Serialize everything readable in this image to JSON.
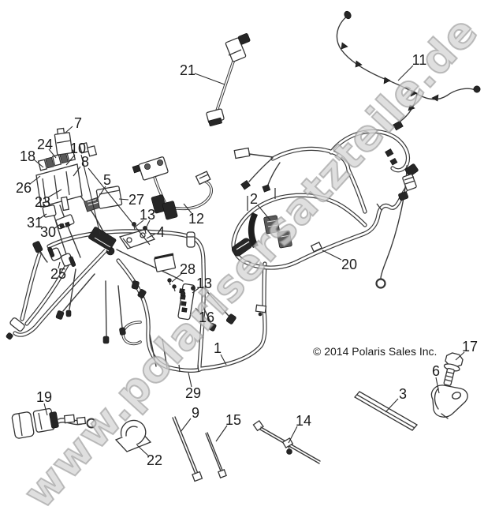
{
  "watermark": {
    "text": "www.polarisersatzteile.de"
  },
  "copyright": {
    "text": "© 2014 Polaris Sales Inc."
  },
  "callouts": {
    "c1": "1",
    "c2": "2",
    "c3": "3",
    "c4": "4",
    "c5": "5",
    "c6": "6",
    "c7": "7",
    "c8": "8",
    "c9": "9",
    "c10": "10",
    "c11": "11",
    "c12": "12",
    "c13a": "13",
    "c13b": "13",
    "c14": "14",
    "c15": "15",
    "c16": "16",
    "c17": "17",
    "c18": "18",
    "c19": "19",
    "c20": "20",
    "c21": "21",
    "c22": "22",
    "c23": "23",
    "c24": "24",
    "c25": "25",
    "c26": "26",
    "c27": "27",
    "c28": "28",
    "c29": "29",
    "c30": "30",
    "c31": "31"
  }
}
